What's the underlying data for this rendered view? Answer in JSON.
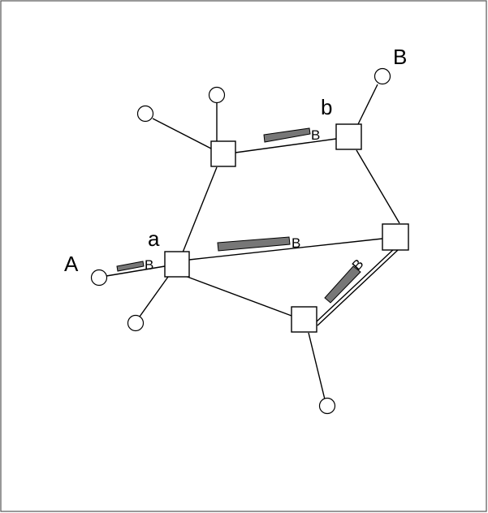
{
  "labels": {
    "host_A": "A",
    "host_B": "B",
    "switch_a": "a",
    "switch_b": "b"
  },
  "packets": [
    {
      "id": "packet-1",
      "label": "B"
    },
    {
      "id": "packet-2",
      "label": "B"
    },
    {
      "id": "packet-3",
      "label": "B"
    },
    {
      "id": "packet-4",
      "label": "B"
    }
  ],
  "colors": {
    "packet_fill": "#777777",
    "line": "#000000",
    "frame": "#555555"
  }
}
